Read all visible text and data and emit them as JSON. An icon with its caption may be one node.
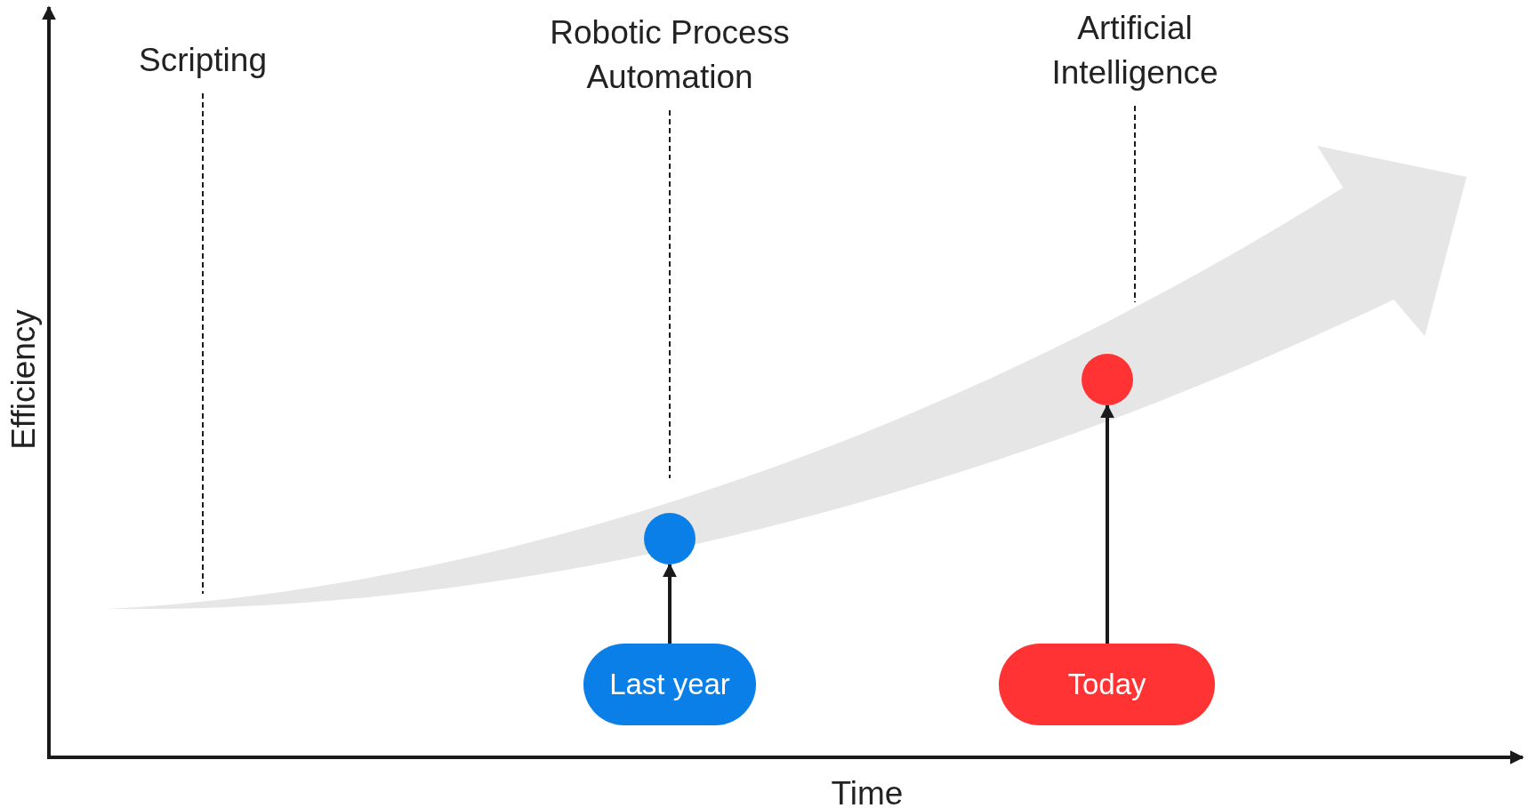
{
  "diagram": {
    "nodes": [
      {
        "text": [
          "Scripting"
        ]
      },
      {
        "text": [
          "Robotic Process Automation"
        ]
      },
      {
        "text": [
          "Artificial Intelligence"
        ]
      },
      {
        "text": [],
        "shape": "circle"
      },
      {
        "text": [],
        "shape": "circle"
      },
      {
        "text": [
          "Last year"
        ]
      },
      {
        "text": [
          "Today"
        ]
      }
    ],
    "edges": [
      {
        "from": 0,
        "to": null,
        "arrow": "none",
        "style": "dashed"
      },
      {
        "from": 1,
        "to": null,
        "arrow": "none",
        "style": "dashed"
      },
      {
        "from": 2,
        "to": null,
        "arrow": "none",
        "style": "dashed"
      },
      {
        "from": 5,
        "to": 3,
        "arrow": "to"
      },
      {
        "from": 6,
        "to": 4,
        "arrow": "to"
      }
    ],
    "labels": [
      "Efficiency",
      "Time"
    ]
  }
}
